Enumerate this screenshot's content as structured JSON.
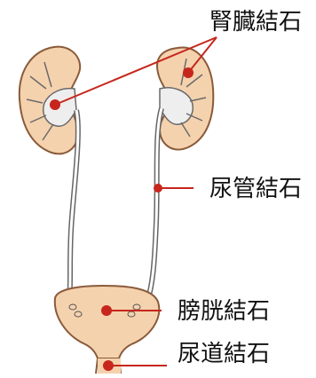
{
  "labels": {
    "kidney": "腎臓結石",
    "ureter": "尿管結石",
    "bladder": "膀胱結石",
    "urethra": "尿道結石"
  },
  "colors": {
    "organ_fill": "#f5d2ae",
    "organ_stroke": "#8a5a3a",
    "pelvis_fill": "#eeeeee",
    "stone": "#c7261c",
    "leader": "#c7261c"
  }
}
